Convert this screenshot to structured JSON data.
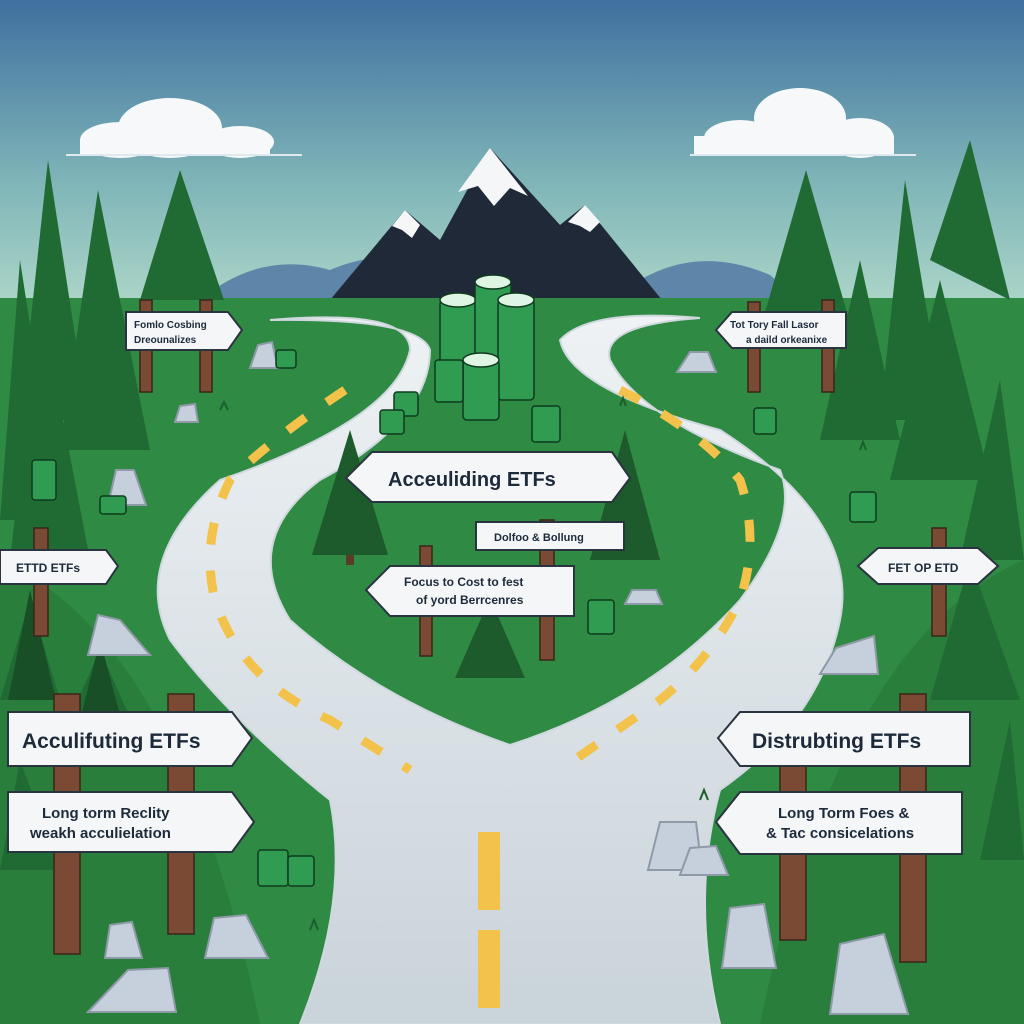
{
  "signs": {
    "center_main": "Acceuliding ETFs",
    "center_small": "Dolfoo & Bollung",
    "center_lower_line1": "Focus to Cost to fest",
    "center_lower_line2": "of yord Berrcenres",
    "top_left_line1": "Fomlo Cosbing",
    "top_left_line2": "Dreounalizes",
    "top_right_line1": "Tot Tory Fall Lasor",
    "top_right_line2": "a daild orkeanixe",
    "mid_left": "ETTD ETFs",
    "mid_right": "FET OP ETD",
    "left_main": "Acculifuting ETFs",
    "left_sub_line1": "Long torm Reclity",
    "left_sub_line2": "weakh acculielation",
    "right_main": "Distrubting ETFs",
    "right_sub_line1": "Long Torm Foes &",
    "right_sub_line2": "& Tac consicelations"
  },
  "colors": {
    "sky_top": "#3f6f9f",
    "sky_bottom": "#b5dccb",
    "grass": "#2f8a43",
    "tree": "#1f6b33",
    "road": "#e6ecf0",
    "road_stripe": "#f2c24a",
    "post": "#7a4a34",
    "sign": "#f4f6f8"
  }
}
